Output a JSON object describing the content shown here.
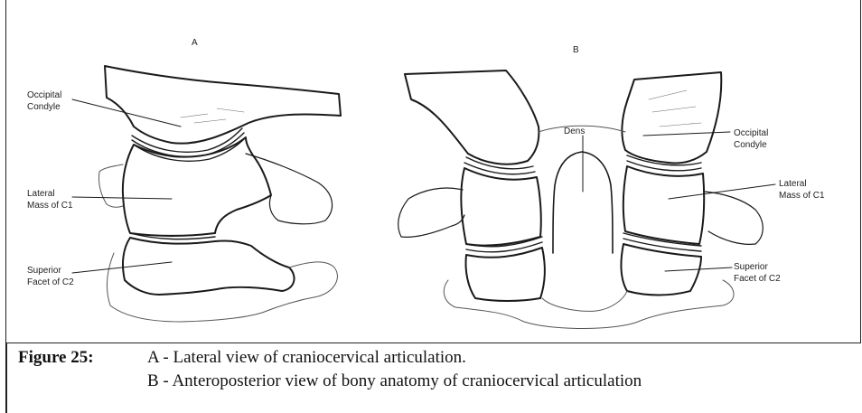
{
  "panels": {
    "a": {
      "letter": "A",
      "labels": {
        "occipital_1": "Occipital",
        "occipital_2": "Condyle",
        "lateral_1": "Lateral",
        "lateral_2": "Mass of C1",
        "superior_1": "Superior",
        "superior_2": "Facet of C2"
      }
    },
    "b": {
      "letter": "B",
      "labels": {
        "dens": "Dens",
        "occipital_1": "Occipital",
        "occipital_2": "Condyle",
        "lateral_1": "Lateral",
        "lateral_2": "Mass of C1",
        "superior_1": "Superior",
        "superior_2": "Facet of C2"
      }
    }
  },
  "caption": {
    "label": "Figure 25:",
    "line_a": "A - Lateral view of craniocervical articulation.",
    "line_b": "B - Anteroposterior view of bony anatomy of craniocervical articulation"
  }
}
